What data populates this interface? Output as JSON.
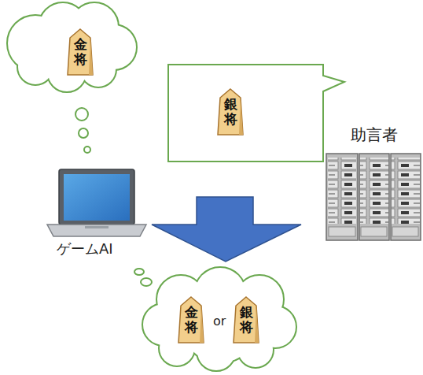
{
  "diagram": {
    "nodes": [
      {
        "text": [
          "金将"
        ]
      },
      {
        "text": [
          "銀将"
        ]
      },
      {
        "text": [
          "金将"
        ]
      },
      {
        "text": [
          "銀将"
        ]
      }
    ],
    "labels": [
      "助言者",
      "ゲームAI",
      "or"
    ]
  }
}
